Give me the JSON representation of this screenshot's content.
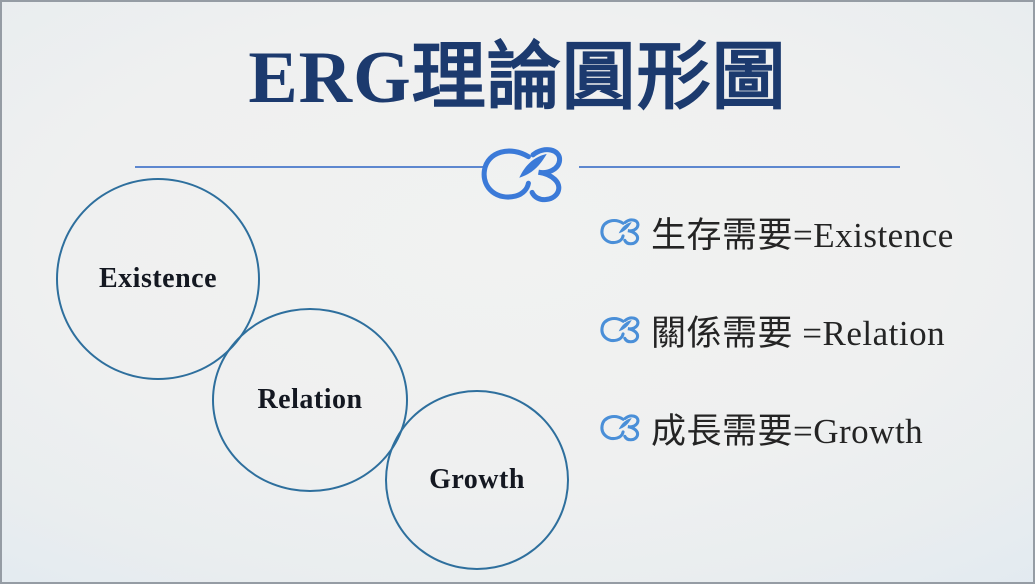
{
  "slide": {
    "title": "ERG理論圓形圖"
  },
  "diagram": {
    "circles": [
      {
        "label": "Existence"
      },
      {
        "label": "Relation"
      },
      {
        "label": "Growth"
      }
    ]
  },
  "legend": {
    "items": [
      {
        "text": "生存需要=Existence"
      },
      {
        "text": "關係需要 =Relation"
      },
      {
        "text": "成長需要=Growth"
      }
    ]
  },
  "icons": {
    "title_ornament": "flourish-cb-ornament-icon",
    "bullet_ornament": "flourish-cb-bullet-icon"
  },
  "colors": {
    "title_text": "#1c3a6e",
    "divider_line": "#5d87cf",
    "title_ornament": "#3b7ad8",
    "bullet_ornament": "#4a8fd8",
    "circle_stroke": "#2e6f9d",
    "circle_label_text": "#141821",
    "bullet_text": "#242424",
    "background_center": "#f1f2f1",
    "background_edge": "#d2e2f1",
    "frame_border": "#959ca4"
  }
}
